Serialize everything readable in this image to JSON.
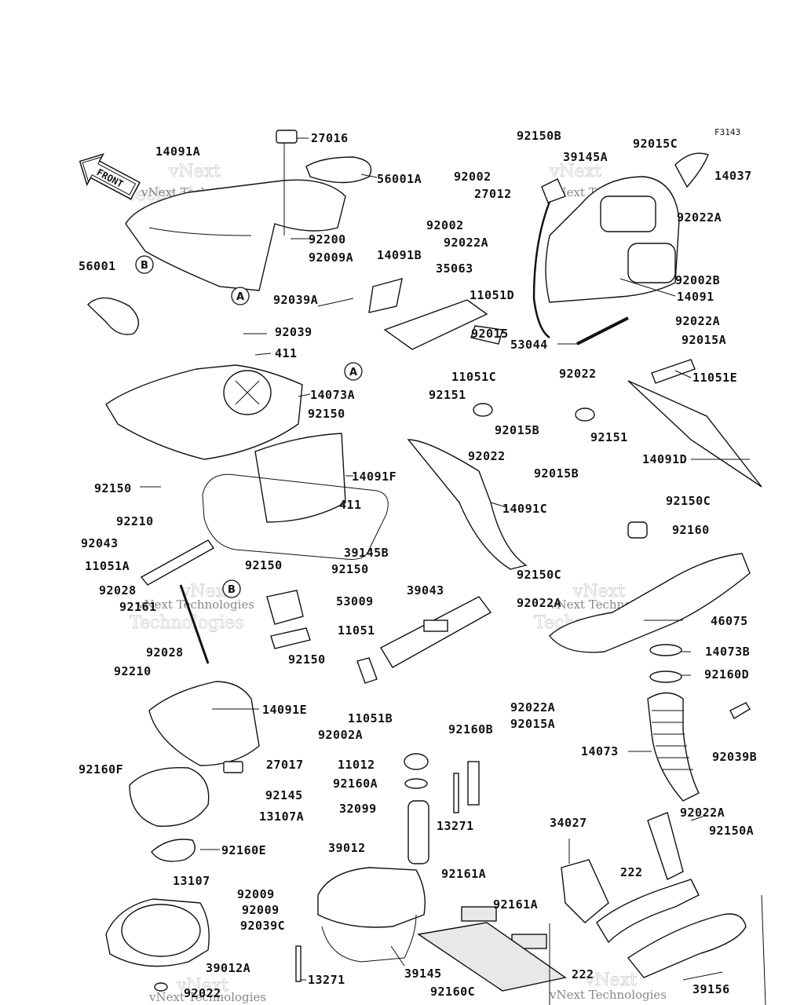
{
  "diagram_ref": "F3143",
  "front_label": "FRONT",
  "watermark": {
    "line1": "vNext",
    "line2": "Technologies",
    "caption": "vNext Technologies"
  },
  "callouts": [
    "A",
    "B"
  ],
  "labels": [
    {
      "id": "27016",
      "text": "27016"
    },
    {
      "id": "14091A",
      "text": "14091A"
    },
    {
      "id": "56001A",
      "text": "56001A"
    },
    {
      "id": "92200",
      "text": "92200"
    },
    {
      "id": "92009A",
      "text": "92009A"
    },
    {
      "id": "56001",
      "text": "56001"
    },
    {
      "id": "92039A",
      "text": "92039A"
    },
    {
      "id": "14091B",
      "text": "14091B"
    },
    {
      "id": "35063",
      "text": "35063"
    },
    {
      "id": "11051D",
      "text": "11051D"
    },
    {
      "id": "92039",
      "text": "92039"
    },
    {
      "id": "411a",
      "text": "411"
    },
    {
      "id": "92015",
      "text": "92015"
    },
    {
      "id": "11051C",
      "text": "11051C"
    },
    {
      "id": "14073A",
      "text": "14073A"
    },
    {
      "id": "92150a",
      "text": "92150"
    },
    {
      "id": "92150b",
      "text": "92150"
    },
    {
      "id": "14091F",
      "text": "14091F"
    },
    {
      "id": "411b",
      "text": "411"
    },
    {
      "id": "39145B",
      "text": "39145B"
    },
    {
      "id": "92210a",
      "text": "92210"
    },
    {
      "id": "92043",
      "text": "92043"
    },
    {
      "id": "11051A",
      "text": "11051A"
    },
    {
      "id": "92150c",
      "text": "92150"
    },
    {
      "id": "92150d",
      "text": "92150"
    },
    {
      "id": "92028a",
      "text": "92028"
    },
    {
      "id": "92161",
      "text": "92161"
    },
    {
      "id": "53009",
      "text": "53009"
    },
    {
      "id": "11051",
      "text": "11051"
    },
    {
      "id": "92150e",
      "text": "92150"
    },
    {
      "id": "92028b",
      "text": "92028"
    },
    {
      "id": "92210b",
      "text": "92210"
    },
    {
      "id": "14091E",
      "text": "14091E"
    },
    {
      "id": "92160F",
      "text": "92160F"
    },
    {
      "id": "27017",
      "text": "27017"
    },
    {
      "id": "92145",
      "text": "92145"
    },
    {
      "id": "13107A",
      "text": "13107A"
    },
    {
      "id": "92160E",
      "text": "92160E"
    },
    {
      "id": "13107",
      "text": "13107"
    },
    {
      "id": "92009a",
      "text": "92009"
    },
    {
      "id": "92009b",
      "text": "92009"
    },
    {
      "id": "92039C",
      "text": "92039C"
    },
    {
      "id": "39012A",
      "text": "39012A"
    },
    {
      "id": "92022",
      "text": "92022"
    },
    {
      "id": "92150B",
      "text": "92150B"
    },
    {
      "id": "39145A",
      "text": "39145A"
    },
    {
      "id": "92015C",
      "text": "92015C"
    },
    {
      "id": "14037",
      "text": "14037"
    },
    {
      "id": "92002a",
      "text": "92002"
    },
    {
      "id": "27012",
      "text": "27012"
    },
    {
      "id": "92002b",
      "text": "92002"
    },
    {
      "id": "92022A_1",
      "text": "92022A"
    },
    {
      "id": "92022A_2",
      "text": "92022A"
    },
    {
      "id": "92002B",
      "text": "92002B"
    },
    {
      "id": "14091",
      "text": "14091"
    },
    {
      "id": "92022A_3",
      "text": "92022A"
    },
    {
      "id": "53044",
      "text": "53044"
    },
    {
      "id": "92015A_1",
      "text": "92015A"
    },
    {
      "id": "11051E",
      "text": "11051E"
    },
    {
      "id": "92022_1",
      "text": "92022"
    },
    {
      "id": "92151a",
      "text": "92151"
    },
    {
      "id": "92151b",
      "text": "92151"
    },
    {
      "id": "92015B_1",
      "text": "92015B"
    },
    {
      "id": "92022_2",
      "text": "92022"
    },
    {
      "id": "92015B_2",
      "text": "92015B"
    },
    {
      "id": "14091D",
      "text": "14091D"
    },
    {
      "id": "14091C",
      "text": "14091C"
    },
    {
      "id": "92150C_1",
      "text": "92150C"
    },
    {
      "id": "92160",
      "text": "92160"
    },
    {
      "id": "92150C_2",
      "text": "92150C"
    },
    {
      "id": "92022A_4",
      "text": "92022A"
    },
    {
      "id": "46075",
      "text": "46075"
    },
    {
      "id": "14073B",
      "text": "14073B"
    },
    {
      "id": "92160D",
      "text": "92160D"
    },
    {
      "id": "39043",
      "text": "39043"
    },
    {
      "id": "92022A_5",
      "text": "92022A"
    },
    {
      "id": "92015A_2",
      "text": "92015A"
    },
    {
      "id": "11051B",
      "text": "11051B"
    },
    {
      "id": "92002A",
      "text": "92002A"
    },
    {
      "id": "14073",
      "text": "14073"
    },
    {
      "id": "92039B",
      "text": "92039B"
    },
    {
      "id": "11012",
      "text": "11012"
    },
    {
      "id": "92160A",
      "text": "92160A"
    },
    {
      "id": "92160B",
      "text": "92160B"
    },
    {
      "id": "32099",
      "text": "32099"
    },
    {
      "id": "13271a",
      "text": "13271"
    },
    {
      "id": "39012",
      "text": "39012"
    },
    {
      "id": "92161A_1",
      "text": "92161A"
    },
    {
      "id": "92161A_2",
      "text": "92161A"
    },
    {
      "id": "39145",
      "text": "39145"
    },
    {
      "id": "13271b",
      "text": "13271"
    },
    {
      "id": "92160C",
      "text": "92160C"
    },
    {
      "id": "34027",
      "text": "34027"
    },
    {
      "id": "92022A_6",
      "text": "92022A"
    },
    {
      "id": "92150A",
      "text": "92150A"
    },
    {
      "id": "222a",
      "text": "222"
    },
    {
      "id": "222b",
      "text": "222"
    },
    {
      "id": "39156",
      "text": "39156"
    }
  ]
}
